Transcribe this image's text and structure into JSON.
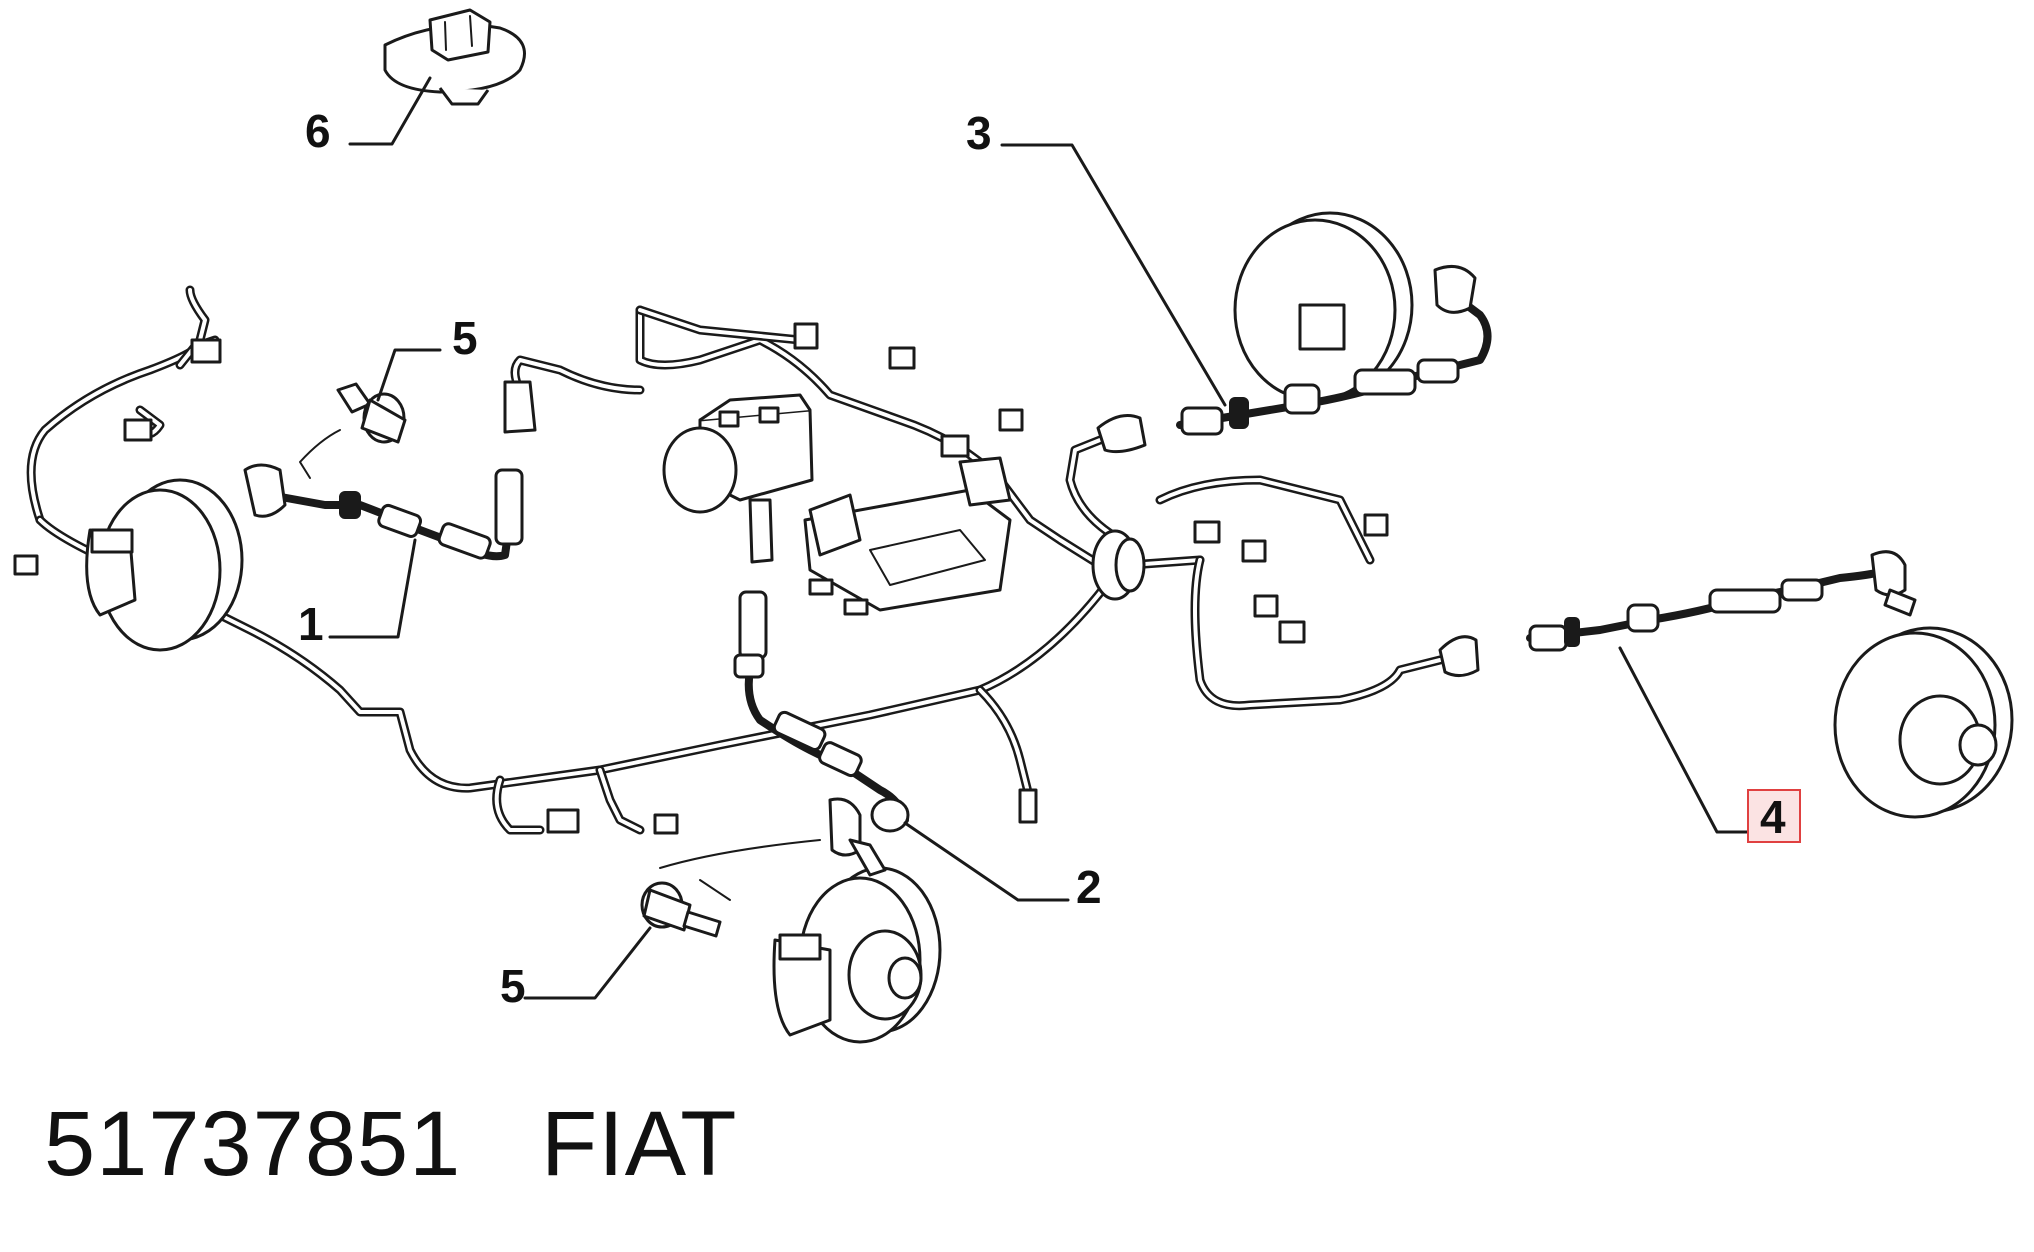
{
  "callouts": {
    "c1": "1",
    "c2": "2",
    "c3": "3",
    "c4": "4",
    "c5_top": "5",
    "c5_bottom": "5",
    "c6": "6"
  },
  "highlight": {
    "callout": "4",
    "color": "#e04040",
    "fill": "#fbe3e3"
  },
  "footer": {
    "part_number": "51737851",
    "brand": "FIAT"
  }
}
